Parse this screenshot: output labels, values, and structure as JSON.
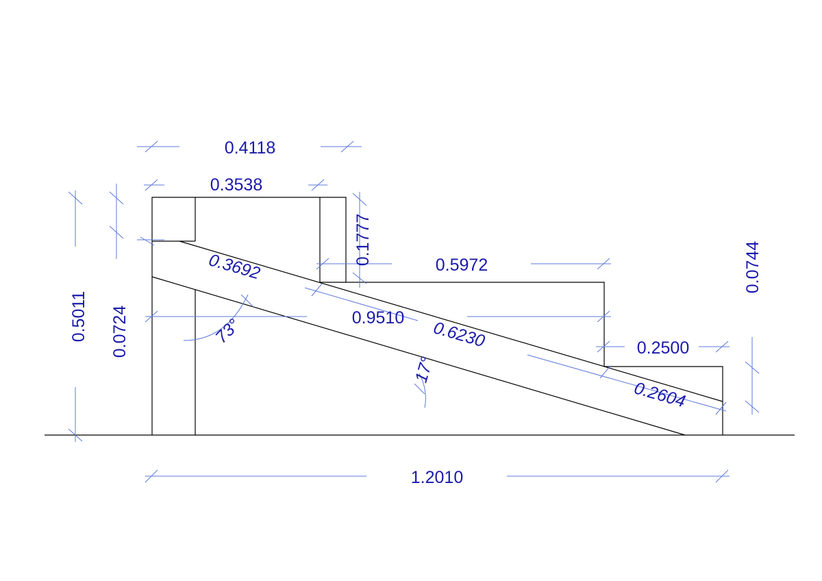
{
  "colors": {
    "dimension_line": "#5b78d9",
    "dimension_text": "#1a1aaa",
    "geometry": "#000000",
    "background": "#ffffff"
  },
  "labels": {
    "top_width": "0.4118",
    "inner_width": "0.3538",
    "overall_height": "0.5011",
    "left_height": "0.0724",
    "riser_upper": "0.1777",
    "riser_lower": "0.0744",
    "step_upper": "0.5972",
    "step_lower": "0.2500",
    "slope_upper": "0.3692",
    "slope_middle": "0.6230",
    "slope_lower": "0.2604",
    "inner_run": "0.9510",
    "angle_top": "73°",
    "angle_bottom": "17°",
    "overall_width": "1.2010"
  }
}
